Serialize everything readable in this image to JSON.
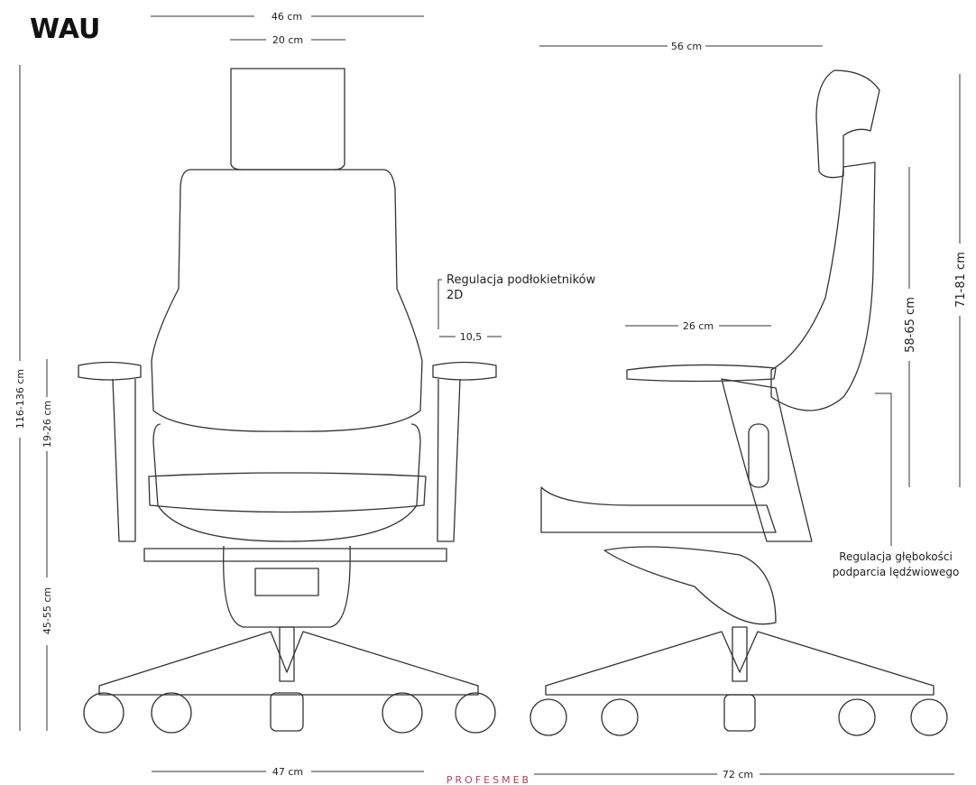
{
  "title": "WAU",
  "brand": "PROFESMEB",
  "brand_color": "#b5405f",
  "dimensions": {
    "front_total_width": "46 cm",
    "headrest_width": "20 cm",
    "side_depth_top": "56 cm",
    "seat_depth": "26 cm",
    "base_front": "47 cm",
    "base_side": "72 cm",
    "total_height": "116-136 cm",
    "armrest_height": "19-26 cm",
    "seat_height": "45-55 cm",
    "backrest_height": "58-65 cm",
    "back_height_total": "71-81 cm",
    "armrest_adjust": "10,5"
  },
  "notes": {
    "armrest_line1": "Regulacja podłokietników",
    "armrest_line2": "2D",
    "lumbar_line1": "Regulacja głębokości",
    "lumbar_line2": "podparcia lędźwiowego"
  }
}
